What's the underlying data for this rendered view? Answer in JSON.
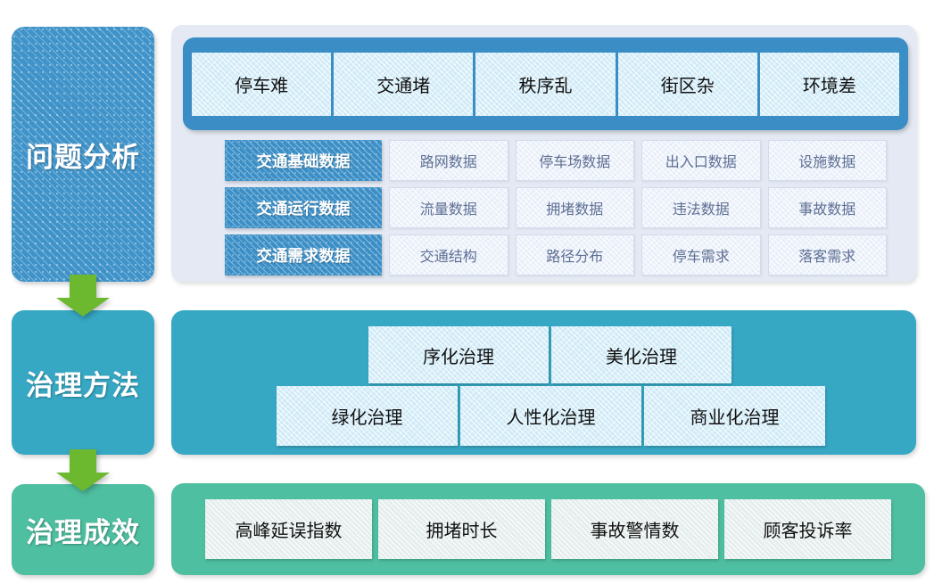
{
  "colors": {
    "stage_problem": "#3f93c9",
    "stage_method": "#37a8c4",
    "stage_effect": "#4ebfa0",
    "arrow_green": "#6cb82f",
    "panel_problem_bg": "#e4e9f3",
    "problem_bar": "#3a8ec5",
    "data_label_blue": "#3f93c9",
    "data_cell_text": "#5e6f93"
  },
  "stages": {
    "problem": "问题分析",
    "method": "治理方法",
    "effect": "治理成效"
  },
  "problem_section": {
    "issues": [
      "停车难",
      "交通堵",
      "秩序乱",
      "街区杂",
      "环境差"
    ],
    "data_rows": [
      {
        "label": "交通基础数据",
        "cells": [
          "路网数据",
          "停车场数据",
          "出入口数据",
          "设施数据"
        ]
      },
      {
        "label": "交通运行数据",
        "cells": [
          "流量数据",
          "拥堵数据",
          "违法数据",
          "事故数据"
        ]
      },
      {
        "label": "交通需求数据",
        "cells": [
          "交通结构",
          "路径分布",
          "停车需求",
          "落客需求"
        ]
      }
    ]
  },
  "method_section": {
    "row1": [
      "序化治理",
      "美化治理"
    ],
    "row2": [
      "绿化治理",
      "人性化治理",
      "商业化治理"
    ]
  },
  "effect_section": {
    "metrics": [
      "高峰延误指数",
      "拥堵时长",
      "事故警情数",
      "顾客投诉率"
    ]
  }
}
